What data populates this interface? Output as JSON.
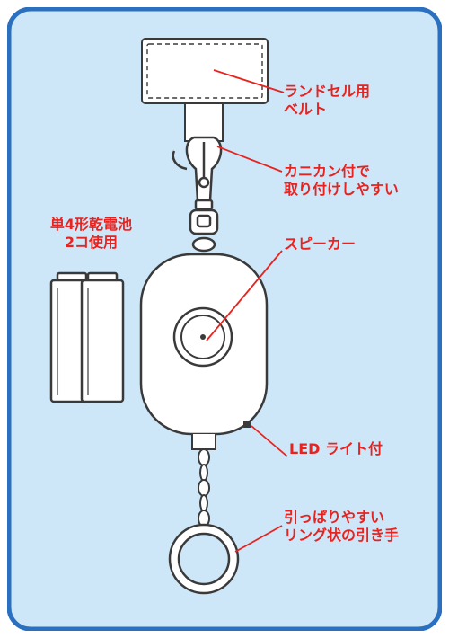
{
  "frame": {
    "border_color": "#2a6fc0",
    "fill_color": "#cde6f8"
  },
  "labels": {
    "belt": "ランドセル用\nベルト",
    "hook": "カニカン付で\n取り付けしやすい",
    "speaker": "スピーカー",
    "led": "LED ライト付",
    "ring": "引っぱりやすい\nリング状の引き手",
    "battery": "単4形乾電池\n2コ使用"
  },
  "colors": {
    "label_text": "#e8231f",
    "leader_line": "#e8231f",
    "outline": "#3a3a3a",
    "device_fill": "#ffffff"
  }
}
